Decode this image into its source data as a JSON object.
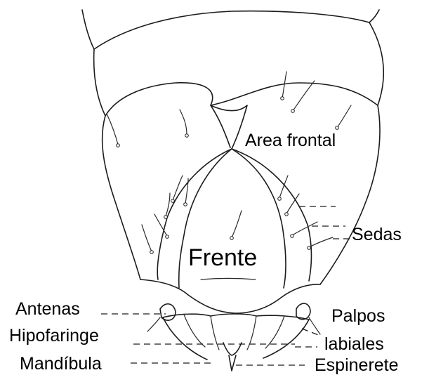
{
  "labels": {
    "area_frontal": "Area frontal",
    "frente": "Frente",
    "sedas": "Sedas",
    "antenas": "Antenas",
    "hipofaringe": "Hipofaringe",
    "mandibula": "Mandíbula",
    "palpos": "Palpos",
    "labiales": "labiales",
    "espinerete": "Espinerete"
  },
  "colors": {
    "ink": "#1c1c1c",
    "background": "#ffffff"
  }
}
